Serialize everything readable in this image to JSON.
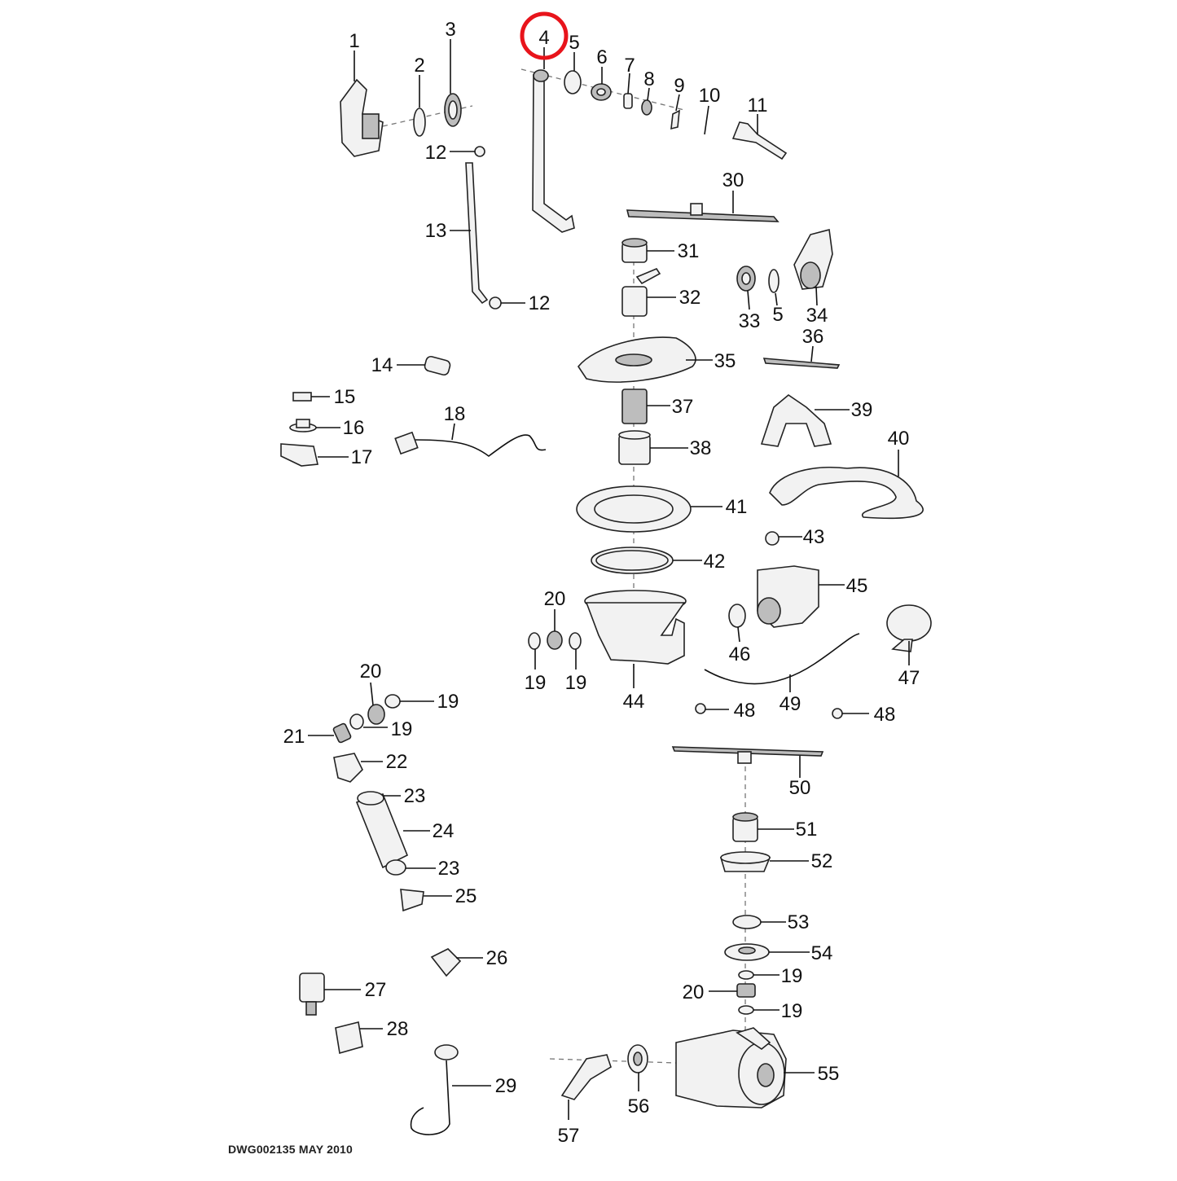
{
  "drawing_code": "DWG002135 MAY 2010",
  "highlight_color": "#e8141b",
  "highlighted_part": "4",
  "callouts": [
    "1",
    "2",
    "3",
    "4",
    "5",
    "6",
    "7",
    "8",
    "9",
    "10",
    "11",
    "12",
    "12",
    "13",
    "14",
    "15",
    "16",
    "17",
    "18",
    "19",
    "19",
    "19",
    "19",
    "19",
    "19",
    "20",
    "20",
    "20",
    "21",
    "22",
    "23",
    "23",
    "24",
    "25",
    "26",
    "27",
    "28",
    "29",
    "30",
    "31",
    "32",
    "33",
    "34",
    "35",
    "36",
    "37",
    "38",
    "39",
    "40",
    "41",
    "42",
    "43",
    "44",
    "45",
    "46",
    "47",
    "48",
    "48",
    "49",
    "50",
    "51",
    "52",
    "53",
    "54",
    "55",
    "56",
    "57",
    "5"
  ]
}
